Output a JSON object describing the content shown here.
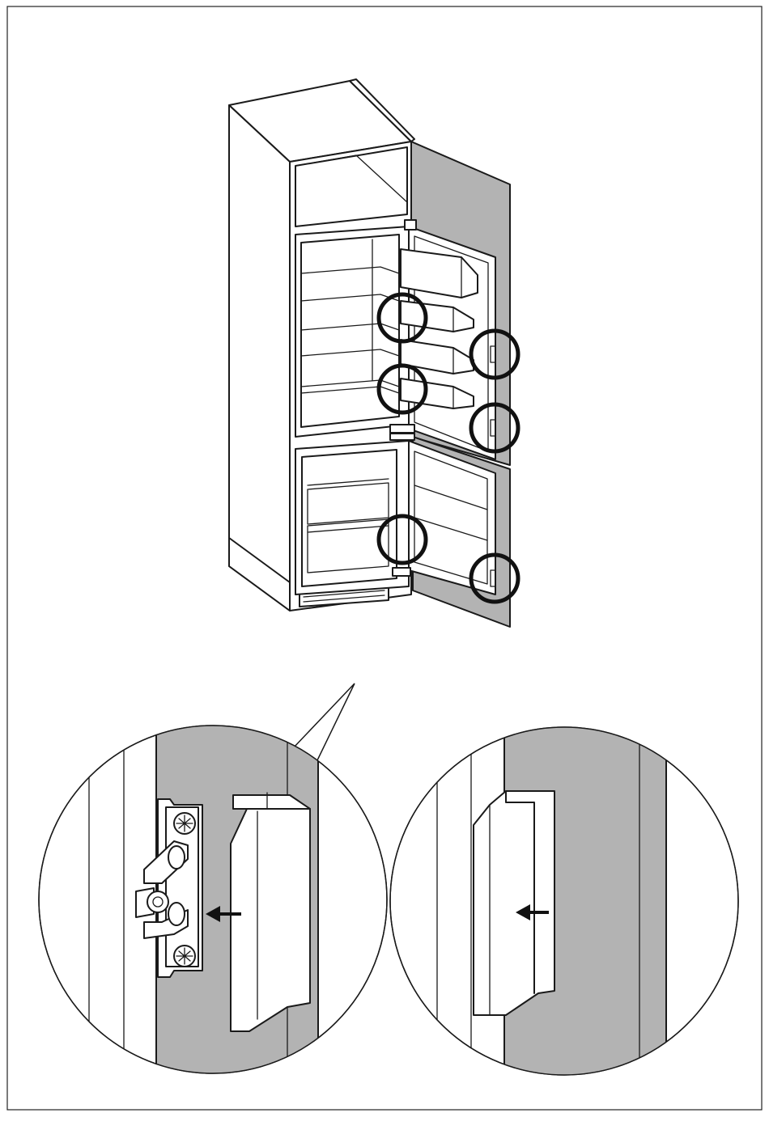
{
  "colors": {
    "panel_gray": "#b3b3b3",
    "line": "#1a1a1a",
    "background": "#ffffff"
  },
  "figure": {
    "highlight_count": 6,
    "detail_views": 2,
    "arrows": [
      "left-arrow",
      "left-arrow"
    ]
  }
}
